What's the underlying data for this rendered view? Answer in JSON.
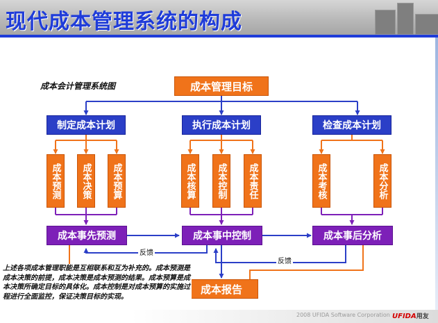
{
  "page": {
    "title": "现代成本管理系统的构成"
  },
  "diagram": {
    "title": "成本会计管理系统图",
    "top": "成本管理目标",
    "plans": [
      "制定成本计划",
      "执行成本计划",
      "检查成本计划"
    ],
    "items": [
      "成本预测",
      "成本决策",
      "成本预算",
      "成本核算",
      "成本控制",
      "成本责任",
      "成本考核",
      "成本分析"
    ],
    "phases": [
      "成本事先预测",
      "成本事中控制",
      "成本事后分析"
    ],
    "report": "成本报告",
    "feedback": [
      "反馈",
      "反馈"
    ]
  },
  "note": "上述各项成本管理职能是互相联系和互为补充的。成本预测是成本决策的前提，成本决策是成本预测的结果。成本预算是成本决策所确定目标的具体化。成本控制是对成本预算的实施过程进行全面监控，保证决策目标的实现。",
  "footer": {
    "copyright": "2008 UFIDA Software Corporation",
    "brand": "UFIDA",
    "brand_cn": "用友"
  },
  "colors": {
    "orange": "#f0731a",
    "blue": "#2b3fc7",
    "purple": "#7d20b8",
    "title": "#1f3cd9"
  }
}
